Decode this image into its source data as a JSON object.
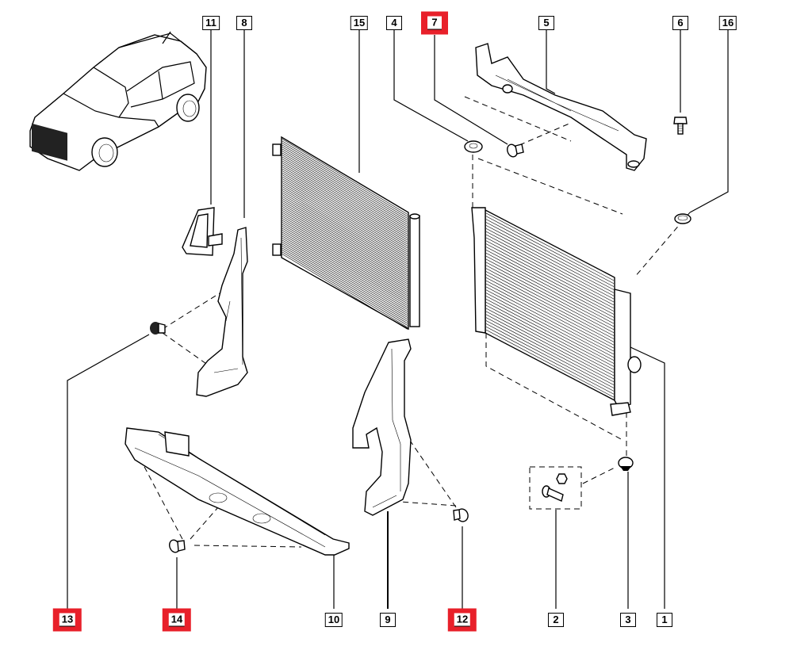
{
  "diagram": {
    "title_hidden": "",
    "highlight_color": "#e8202a",
    "callouts": [
      {
        "id": "11",
        "label": "11",
        "highlighted": false,
        "part": "deflector-seal-small"
      },
      {
        "id": "8",
        "label": "8",
        "highlighted": false,
        "part": "side-air-deflector-left"
      },
      {
        "id": "15",
        "label": "15",
        "highlighted": false,
        "part": "ac-condenser"
      },
      {
        "id": "4",
        "label": "4",
        "highlighted": false,
        "part": "grommet"
      },
      {
        "id": "7",
        "label": "7",
        "highlighted": true,
        "part": "clip-upper"
      },
      {
        "id": "5",
        "label": "5",
        "highlighted": false,
        "part": "upper-crossmember-bracket"
      },
      {
        "id": "6",
        "label": "6",
        "highlighted": false,
        "part": "bolt"
      },
      {
        "id": "16",
        "label": "16",
        "highlighted": false,
        "part": "cap-seal"
      },
      {
        "id": "13",
        "label": "13",
        "highlighted": true,
        "part": "clip-left"
      },
      {
        "id": "14",
        "label": "14",
        "highlighted": true,
        "part": "clip-lower"
      },
      {
        "id": "10",
        "label": "10",
        "highlighted": false,
        "part": "lower-air-deflector"
      },
      {
        "id": "9",
        "label": "9",
        "highlighted": false,
        "part": "side-air-deflector-right"
      },
      {
        "id": "12",
        "label": "12",
        "highlighted": true,
        "part": "clip-right"
      },
      {
        "id": "2",
        "label": "2",
        "highlighted": false,
        "part": "bolt-and-nut-kit"
      },
      {
        "id": "3",
        "label": "3",
        "highlighted": false,
        "part": "rubber-mount"
      },
      {
        "id": "1",
        "label": "1",
        "highlighted": false,
        "part": "radiator"
      }
    ]
  }
}
